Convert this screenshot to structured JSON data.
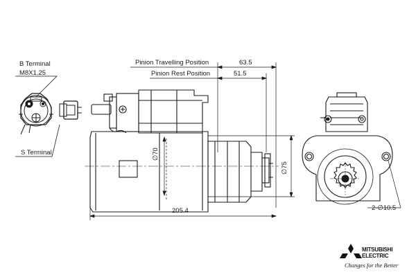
{
  "labels": {
    "b_terminal": "B Terminal",
    "b_thread": "M8X1.25",
    "s_terminal": "S Terminal",
    "pinion_travel": "Pinion Travelling Position",
    "pinion_rest": "Pinion Rest Position"
  },
  "dimensions": {
    "travel": "63.5",
    "rest": "51.5",
    "dia_70": "∅70",
    "dia_75": "∅75",
    "overall_length": "205.4",
    "mount_holes": "2-∅10.5"
  },
  "brand": {
    "line1": "MITSUBISHI",
    "line2": "ELECTRIC",
    "slogan": "Changes for the Better",
    "logo_icon": "three-diamonds-logo"
  },
  "colors": {
    "line": "#1a1a1a",
    "background": "#ffffff"
  }
}
